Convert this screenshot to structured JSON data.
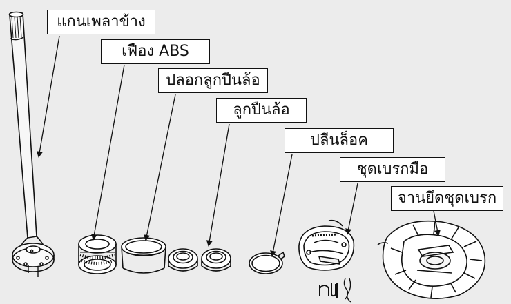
{
  "labels": {
    "axle": "แกนเพลาข้าง",
    "abs_ring": "เฟือง ABS",
    "bearing_sleeve": "ปลอกลูกปืนล้อ",
    "wheel_bearing": "ลูกปืนล้อ",
    "lock_ring": "ปลีนล็อค",
    "parking_brake_shoe": "ชุดเบรกมือ",
    "brake_backing_plate": "จานยึดชุดเบรก"
  },
  "colors": {
    "background": "#ececec",
    "ink": "#111111",
    "label_fill": "#ffffff"
  },
  "icons": [
    "axle-shaft",
    "abs-tone-ring",
    "bearing-sleeve",
    "wheel-bearing-pair",
    "lock-ring",
    "brake-shoe-set",
    "spring-clips",
    "brake-backing-plate"
  ]
}
